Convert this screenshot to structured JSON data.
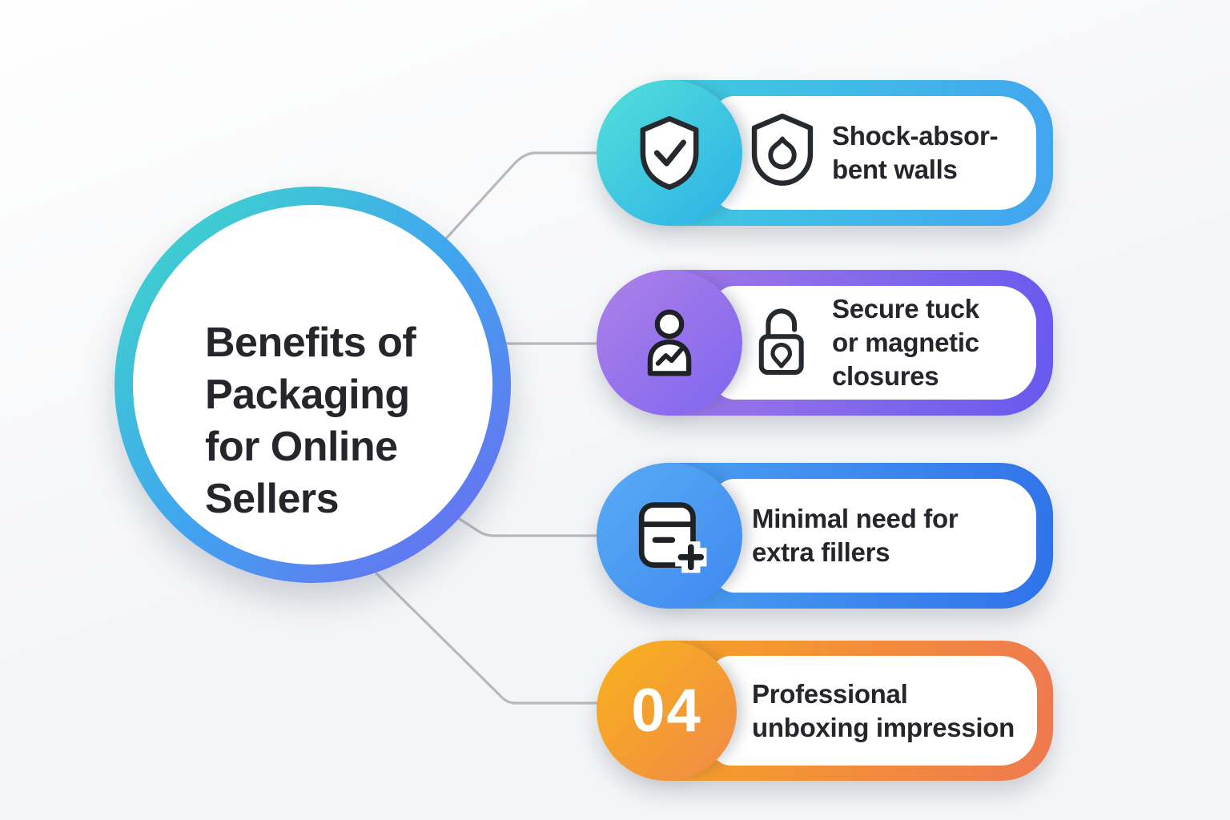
{
  "theme": {
    "connector": "#b6b9bd",
    "ink": "#24262b",
    "background": "#f4f5f7"
  },
  "center": {
    "title": "Benefits of\nPackaging\nfor Online\nSellers",
    "ring_colors": {
      "from": "#3edcc6",
      "mid": "#40a4ef",
      "to": "#7263f2"
    }
  },
  "items": [
    {
      "label": "Shock-absor-\nbent walls",
      "badge_icon": "shield-check-icon",
      "content_icon": "shield-drop-icon",
      "colors": {
        "from": "#3fd2dc",
        "to": "#42a4f0",
        "bfrom": "#52e0d8",
        "bto": "#2cb0e8"
      }
    },
    {
      "label": "Secure tuck\nor magnetic\nclosures",
      "badge_icon": "person-icon",
      "content_icon": "lock-open-icon",
      "colors": {
        "from": "#aa7de6",
        "to": "#6759ee",
        "bfrom": "#ad80e8",
        "bto": "#7e66f0"
      }
    },
    {
      "label": "Minimal need for\nextra fillers",
      "badge_icon": "box-adjust-icon",
      "colors": {
        "from": "#4fa7f3",
        "to": "#2f72e9",
        "bfrom": "#58acf5",
        "bto": "#3f88f0"
      }
    },
    {
      "number": "04",
      "label": "Professional\nunboxing impression",
      "colors": {
        "from": "#f8a81e",
        "to": "#ee7950",
        "bfrom": "#f9b21a",
        "bto": "#f08948"
      }
    }
  ]
}
